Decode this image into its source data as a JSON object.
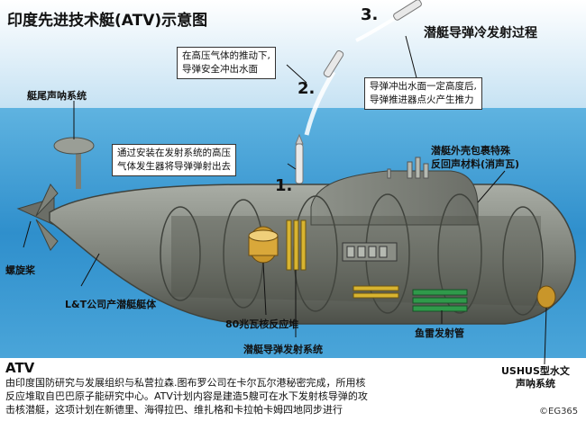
{
  "title": "印度先进技术艇(ATV)示意图",
  "subtitle": "潜艇导弹冷发射过程",
  "steps": {
    "s1": "1.",
    "s2": "2.",
    "s3": "3."
  },
  "callouts": {
    "step1": [
      "通过安装在发射系统的高压",
      "气体发生器将导弹弹射出去"
    ],
    "step2": [
      "在高压气体的推动下,",
      "导弹安全冲出水面"
    ],
    "step3": [
      "导弹冲出水面一定高度后,",
      "导弹推进器点火产生推力"
    ]
  },
  "labels": {
    "sonar_tail": "艇尾声呐系统",
    "propeller": "螺旋桨",
    "hull_maker": "L&T公司产潜艇艇体",
    "reactor": "80兆瓦核反应堆",
    "launch_system": "潜艇导弹发射系统",
    "torpedo": "鱼雷发射管",
    "ushus": [
      "USHUS型水文",
      "声呐系统"
    ],
    "coating": [
      "潜艇外壳包裹特殊",
      "反回声材料(消声瓦)"
    ]
  },
  "description": {
    "heading": "ATV",
    "lines": [
      "由印度国防研究与发展组织与私营拉森.图布罗公司在卡尔瓦尔港秘密完成，所用核",
      "反应堆取自巴巴原子能研究中心。ATV计划内容是建造5艘可在水下发射核导弹的攻",
      "击核潜艇，这项计划在新德里、海得拉巴、维扎格和卡拉帕卡姆四地同步进行"
    ]
  },
  "credit": "©EG365",
  "colors": {
    "sky": "#b8d9ee",
    "sea": "#3a9ad2",
    "hull": "#8c9088",
    "hull_dark": "#55584f",
    "reactor": "#c9962a",
    "torpedo": "#2f9a4a",
    "missile_tubes": "#d8b430"
  }
}
